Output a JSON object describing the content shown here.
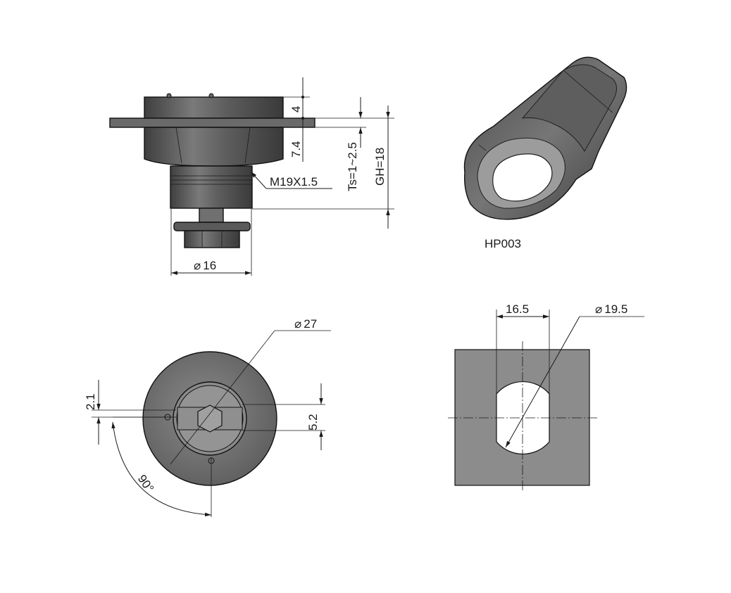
{
  "labels": {
    "dim_height_top": "4",
    "dim_hex_height": "7.4",
    "dim_thread": "M19X1.5",
    "dim_ts": "Ts=1~2.5",
    "dim_gh": "GH=18",
    "dim_shaft_dia": "16",
    "part_number": "HP003",
    "dim_flange_dia": "27",
    "dim_offset": "2.1",
    "dim_flat": "5.2",
    "dim_angle": "90°",
    "cutout_width": "16.5",
    "cutout_dia": "19.5"
  },
  "symbols": {
    "diameter": "⌀"
  },
  "colors": {
    "part_dark": "#5a5a5a",
    "part_mid": "#707070",
    "part_light": "#9a9a9a",
    "panel_fill": "#8c8c8c",
    "line": "#1a1a1a"
  }
}
